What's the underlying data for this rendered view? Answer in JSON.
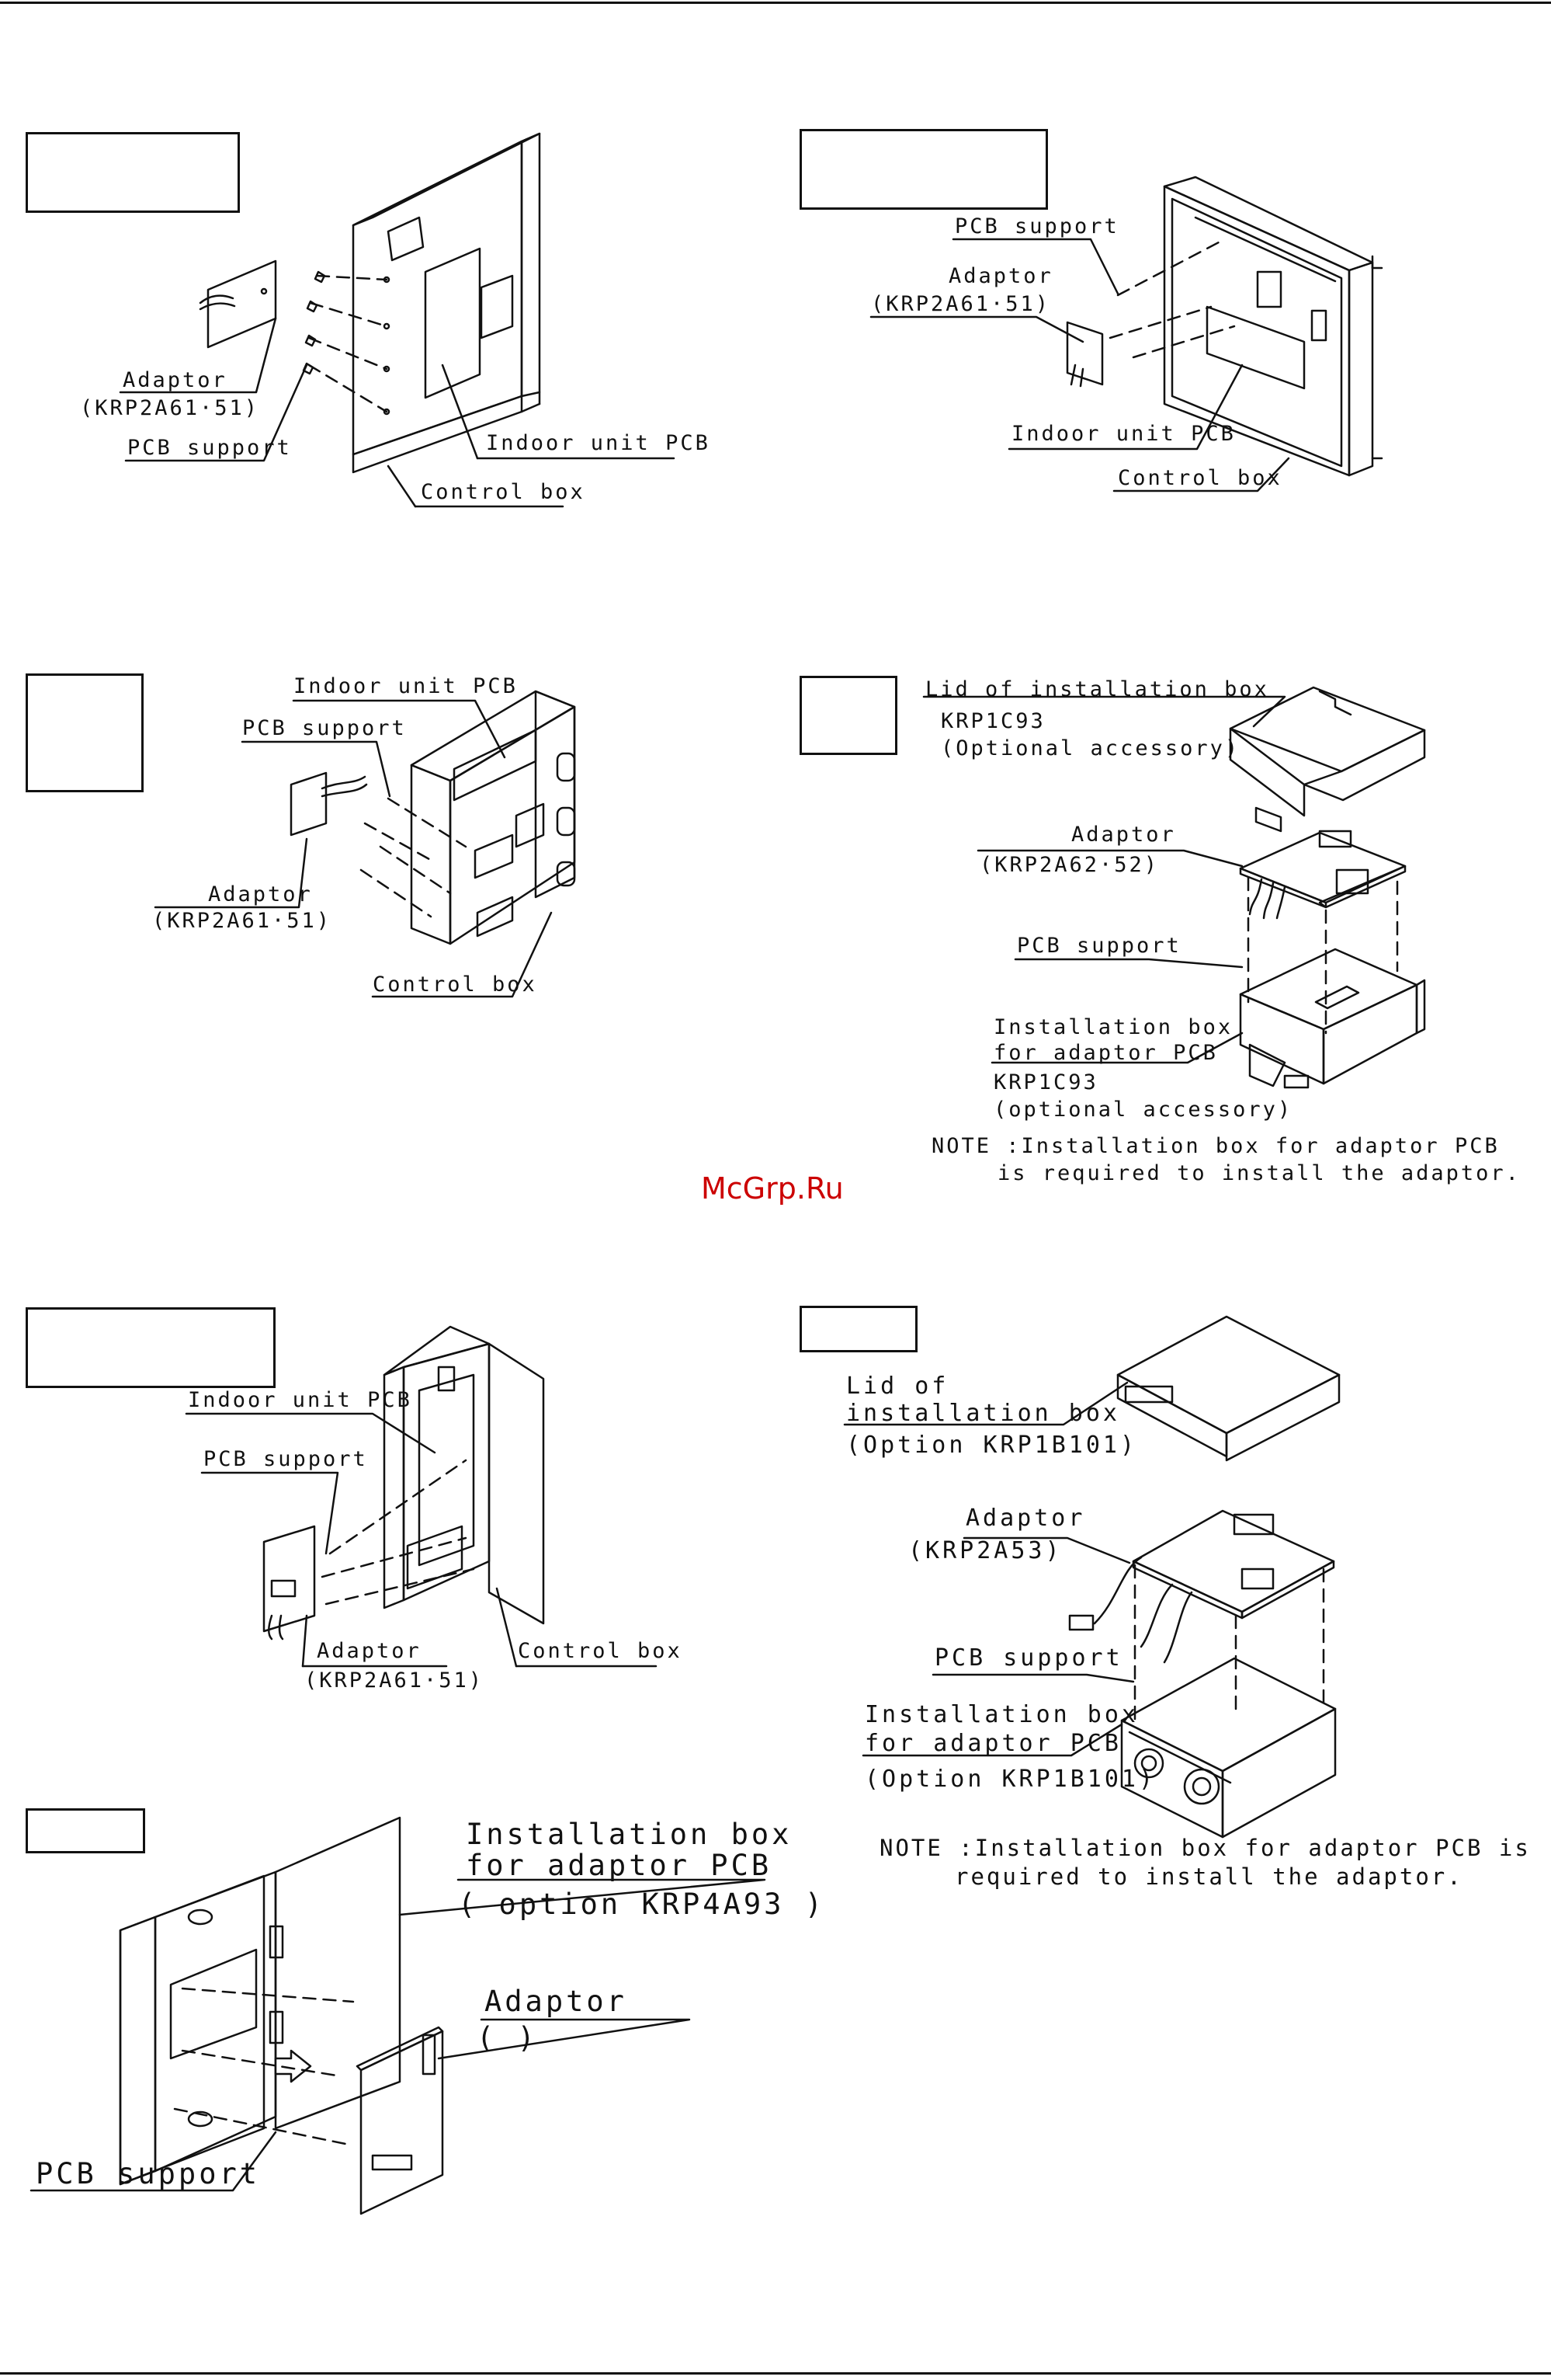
{
  "watermark": "McGrp.Ru",
  "colors": {
    "line": "#111111",
    "watermark": "#cc0000"
  },
  "panels": {
    "p1": {
      "adaptor": "Adaptor",
      "adaptor_model": "(KRP2A61·51)",
      "pcb_support": "PCB support",
      "indoor_pcb": "Indoor unit PCB",
      "control_box": "Control box"
    },
    "p2": {
      "pcb_support": "PCB support",
      "adaptor": "Adaptor",
      "adaptor_model": "(KRP2A61·51)",
      "indoor_pcb": "Indoor unit PCB",
      "control_box": "Control box"
    },
    "p3": {
      "indoor_pcb": "Indoor unit PCB",
      "pcb_support": "PCB support",
      "adaptor": "Adaptor",
      "adaptor_model": "(KRP2A61·51)",
      "control_box": "Control box"
    },
    "p4": {
      "lid": "Lid of installation box",
      "lid_model": "KRP1C93",
      "lid_note": "(Optional accessory)",
      "adaptor": "Adaptor",
      "adaptor_model": "(KRP2A62·52)",
      "pcb_support": "PCB support",
      "inst_box_1": "Installation box",
      "inst_box_2": "for adaptor PCB",
      "inst_box_model": "KRP1C93",
      "inst_box_note": "(optional accessory)",
      "note_1": "NOTE :Installation box for adaptor PCB",
      "note_2": "is required to install the adaptor."
    },
    "p5": {
      "indoor_pcb": "Indoor unit PCB",
      "pcb_support": "PCB support",
      "adaptor": "Adaptor",
      "adaptor_model": "(KRP2A61·51)",
      "control_box": "Control box"
    },
    "p6": {
      "lid_1": "Lid of",
      "lid_2": "installation box",
      "lid_model": "(Option KRP1B101)",
      "adaptor": "Adaptor",
      "adaptor_model": "(KRP2A53)",
      "pcb_support": "PCB support",
      "inst_box_1": "Installation box",
      "inst_box_2": "for adaptor PCB",
      "inst_box_model": "(Option KRP1B101)",
      "note_1": "NOTE :Installation box for adaptor PCB is",
      "note_2": "required to install the adaptor."
    },
    "p7": {
      "inst_box_1": "Installation box",
      "inst_box_2": "for adaptor PCB",
      "inst_box_model": "( option KRP4A93 )",
      "adaptor": "Adaptor",
      "adaptor_paren": "(        )",
      "pcb_support": "PCB support"
    }
  }
}
